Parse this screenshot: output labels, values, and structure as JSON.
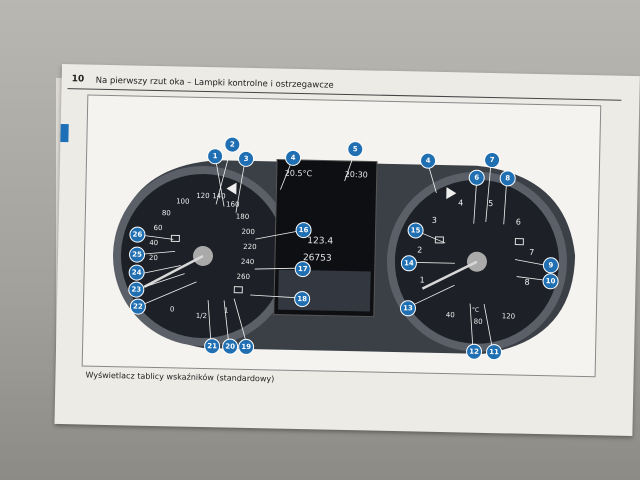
{
  "page": {
    "number": "10",
    "title": "Na pierwszy rzut oka – Lampki kontrolne i ostrzegawcze",
    "caption": "Wyświetlacz tablicy wskaźników (standardowy)"
  },
  "display": {
    "temperature": "20.5°C",
    "time": "20:30",
    "trip": "123.4",
    "odometer": "26753"
  },
  "speedometer": {
    "labels": [
      "20",
      "40",
      "60",
      "80",
      "100",
      "120",
      "140",
      "160",
      "180",
      "200",
      "220",
      "240",
      "260"
    ]
  },
  "tachometer": {
    "labels": [
      "1",
      "2",
      "3",
      "4",
      "5",
      "6",
      "7",
      "8"
    ]
  },
  "fuel_gauge": {
    "labels": [
      "0",
      "1/2",
      "1"
    ]
  },
  "temp_gauge": {
    "labels": [
      "40",
      "°C",
      "80",
      "120"
    ]
  },
  "callouts": [
    "1",
    "2",
    "3",
    "4",
    "4",
    "5",
    "6",
    "7",
    "8",
    "9",
    "10",
    "11",
    "12",
    "13",
    "14",
    "15",
    "16",
    "17",
    "18",
    "19",
    "20",
    "21",
    "22",
    "23",
    "24",
    "25",
    "26"
  ],
  "colors": {
    "callout": "#1f6fb2",
    "bezel": "#3b3f46",
    "dial": "#1d2026",
    "needle": "#d8d8d8"
  }
}
